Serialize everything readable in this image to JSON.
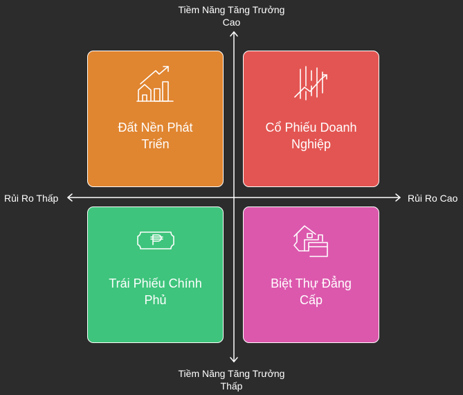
{
  "axes": {
    "top": [
      "Tiềm Năng Tăng Trưởng",
      "Cao"
    ],
    "bottom": [
      "Tiềm Năng Tăng Trưởng",
      "Thấp"
    ],
    "left": "Rủi Ro Thấp",
    "right": "Rủi Ro Cao"
  },
  "quadrants": {
    "top_left": {
      "title": [
        "Đất Nền Phát",
        "Triển"
      ],
      "color": "#e08530",
      "icon": "house-growth-chart-icon"
    },
    "top_right": {
      "title": [
        "Cổ Phiếu Doanh",
        "Nghiệp"
      ],
      "color": "#e35552",
      "icon": "stock-chart-icon"
    },
    "bottom_left": {
      "title": [
        "Trái Phiếu Chính",
        "Phủ"
      ],
      "color": "#3ec47c",
      "icon": "peso-banknote-icon"
    },
    "bottom_right": {
      "title": [
        "Biệt Thự Đẳng",
        "Cấp"
      ],
      "color": "#dc58ad",
      "icon": "villa-house-icon"
    }
  }
}
